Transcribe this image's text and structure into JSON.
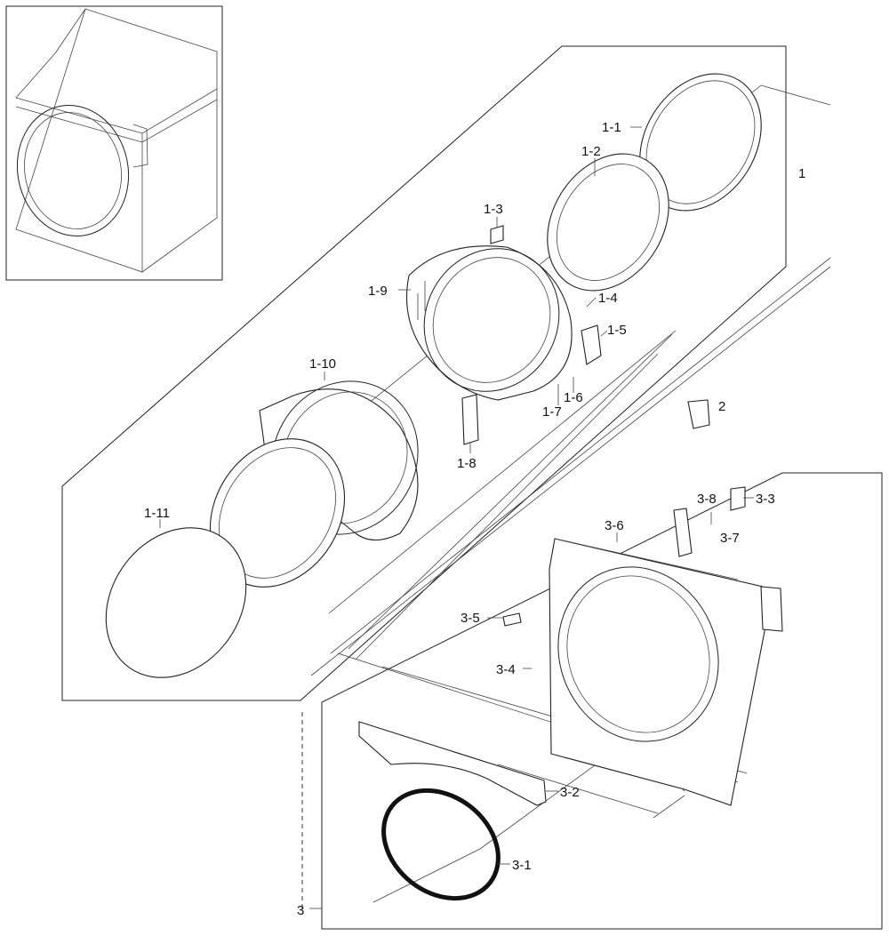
{
  "callouts": {
    "c_1": "1",
    "c_1_1": "1-1",
    "c_1_2": "1-2",
    "c_1_3": "1-3",
    "c_1_4": "1-4",
    "c_1_5": "1-5",
    "c_1_6": "1-6",
    "c_1_7": "1-7",
    "c_1_8": "1-8",
    "c_1_9": "1-9",
    "c_1_10": "1-10",
    "c_1_11": "1-11",
    "c_2": "2",
    "c_3": "3",
    "c_3_1": "3-1",
    "c_3_2": "3-2",
    "c_3_3": "3-3",
    "c_3_4": "3-4",
    "c_3_5": "3-5",
    "c_3_6": "3-6",
    "c_3_7": "3-7",
    "c_3_8": "3-8"
  }
}
